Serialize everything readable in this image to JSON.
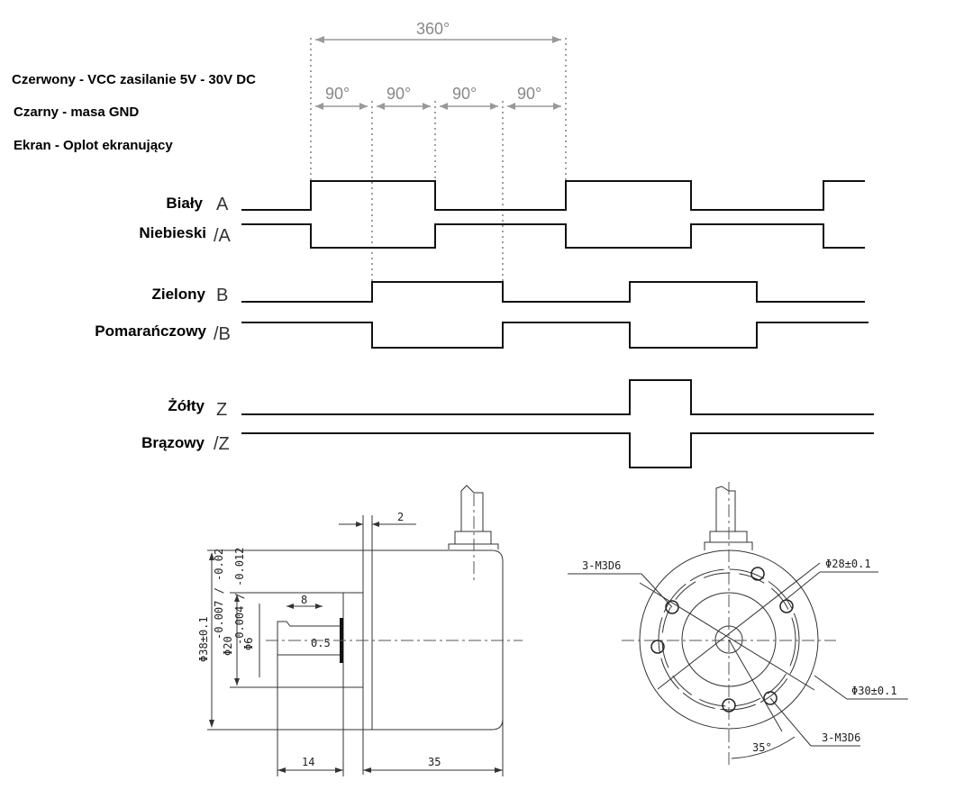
{
  "notes": [
    "Czerwony - VCC zasilanie 5V - 30V DC",
    "Czarny - masa GND",
    "Ekran - Oplot ekranujący"
  ],
  "timing": {
    "period_label": "360°",
    "quarter_labels": [
      "90°",
      "90°",
      "90°",
      "90°"
    ],
    "signals": [
      {
        "color": "Biały",
        "name": "A"
      },
      {
        "color": "Niebieski",
        "name": "/A"
      },
      {
        "color": "Zielony",
        "name": "B"
      },
      {
        "color": "Pomarańczowy",
        "name": "/B"
      },
      {
        "color": "Żółty",
        "name": "Z"
      },
      {
        "color": "Brązowy",
        "name": "/Z"
      }
    ]
  },
  "side_view": {
    "dia_body": "Φ38±0.1",
    "dia_boss": "Φ20",
    "dia_boss_tol": "-0.007 / -0.02",
    "dia_shaft": "Φ6",
    "dia_shaft_tol": "-0.004 / -0.012",
    "flat_len": "8",
    "flat_depth": "0.5",
    "flange": "2",
    "shaft_len": "14",
    "body_len": "35"
  },
  "front_view": {
    "holes_left": "3-M3D6",
    "holes_right": "3-M3D6",
    "pcd_small": "Φ28±0.1",
    "pcd_large": "Φ30±0.1",
    "angle": "35°"
  }
}
